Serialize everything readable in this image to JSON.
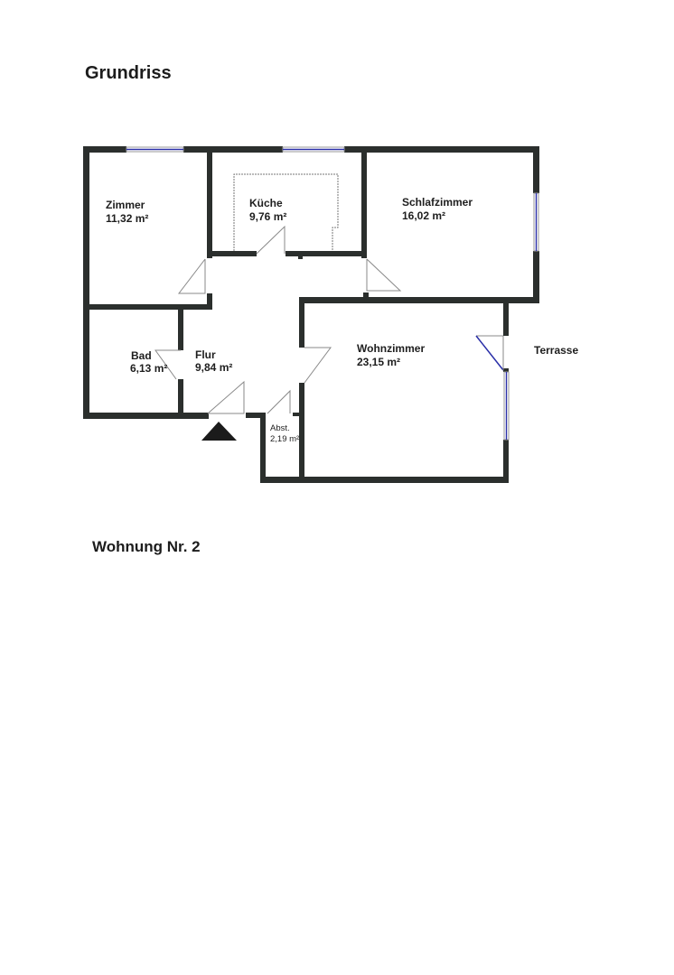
{
  "title": "Grundriss",
  "subtitle": "Wohnung Nr. 2",
  "rooms": [
    {
      "name": "Zimmer",
      "area": "11,32 m²"
    },
    {
      "name": "Küche",
      "area": "9,76 m²"
    },
    {
      "name": "Schlafzimmer",
      "area": "16,02 m²"
    },
    {
      "name": "Bad",
      "area": "6,13 m²"
    },
    {
      "name": "Flur",
      "area": "9,84 m²"
    },
    {
      "name": "Wohnzimmer",
      "area": "23,15 m²"
    },
    {
      "name": "Abst.",
      "area": "2,19 m²"
    }
  ],
  "outside_label": "Terrasse",
  "colors": {
    "wall": "#2b2f2d",
    "window": "#2a2fa8"
  },
  "icons": {
    "entrance": "entrance-triangle-icon"
  }
}
